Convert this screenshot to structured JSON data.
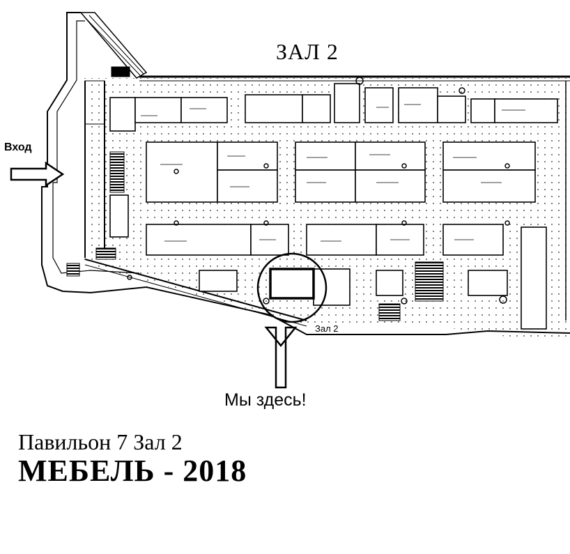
{
  "map": {
    "hall_title": "ЗАЛ 2",
    "entrance_label": "Вход",
    "you_are_here_label": "Мы здесь!",
    "hall_marker_label": "Зал 2",
    "pavilion_label": "Павильон 7 Зал 2",
    "event_label": "МЕБЕЛЬ - 2018"
  }
}
